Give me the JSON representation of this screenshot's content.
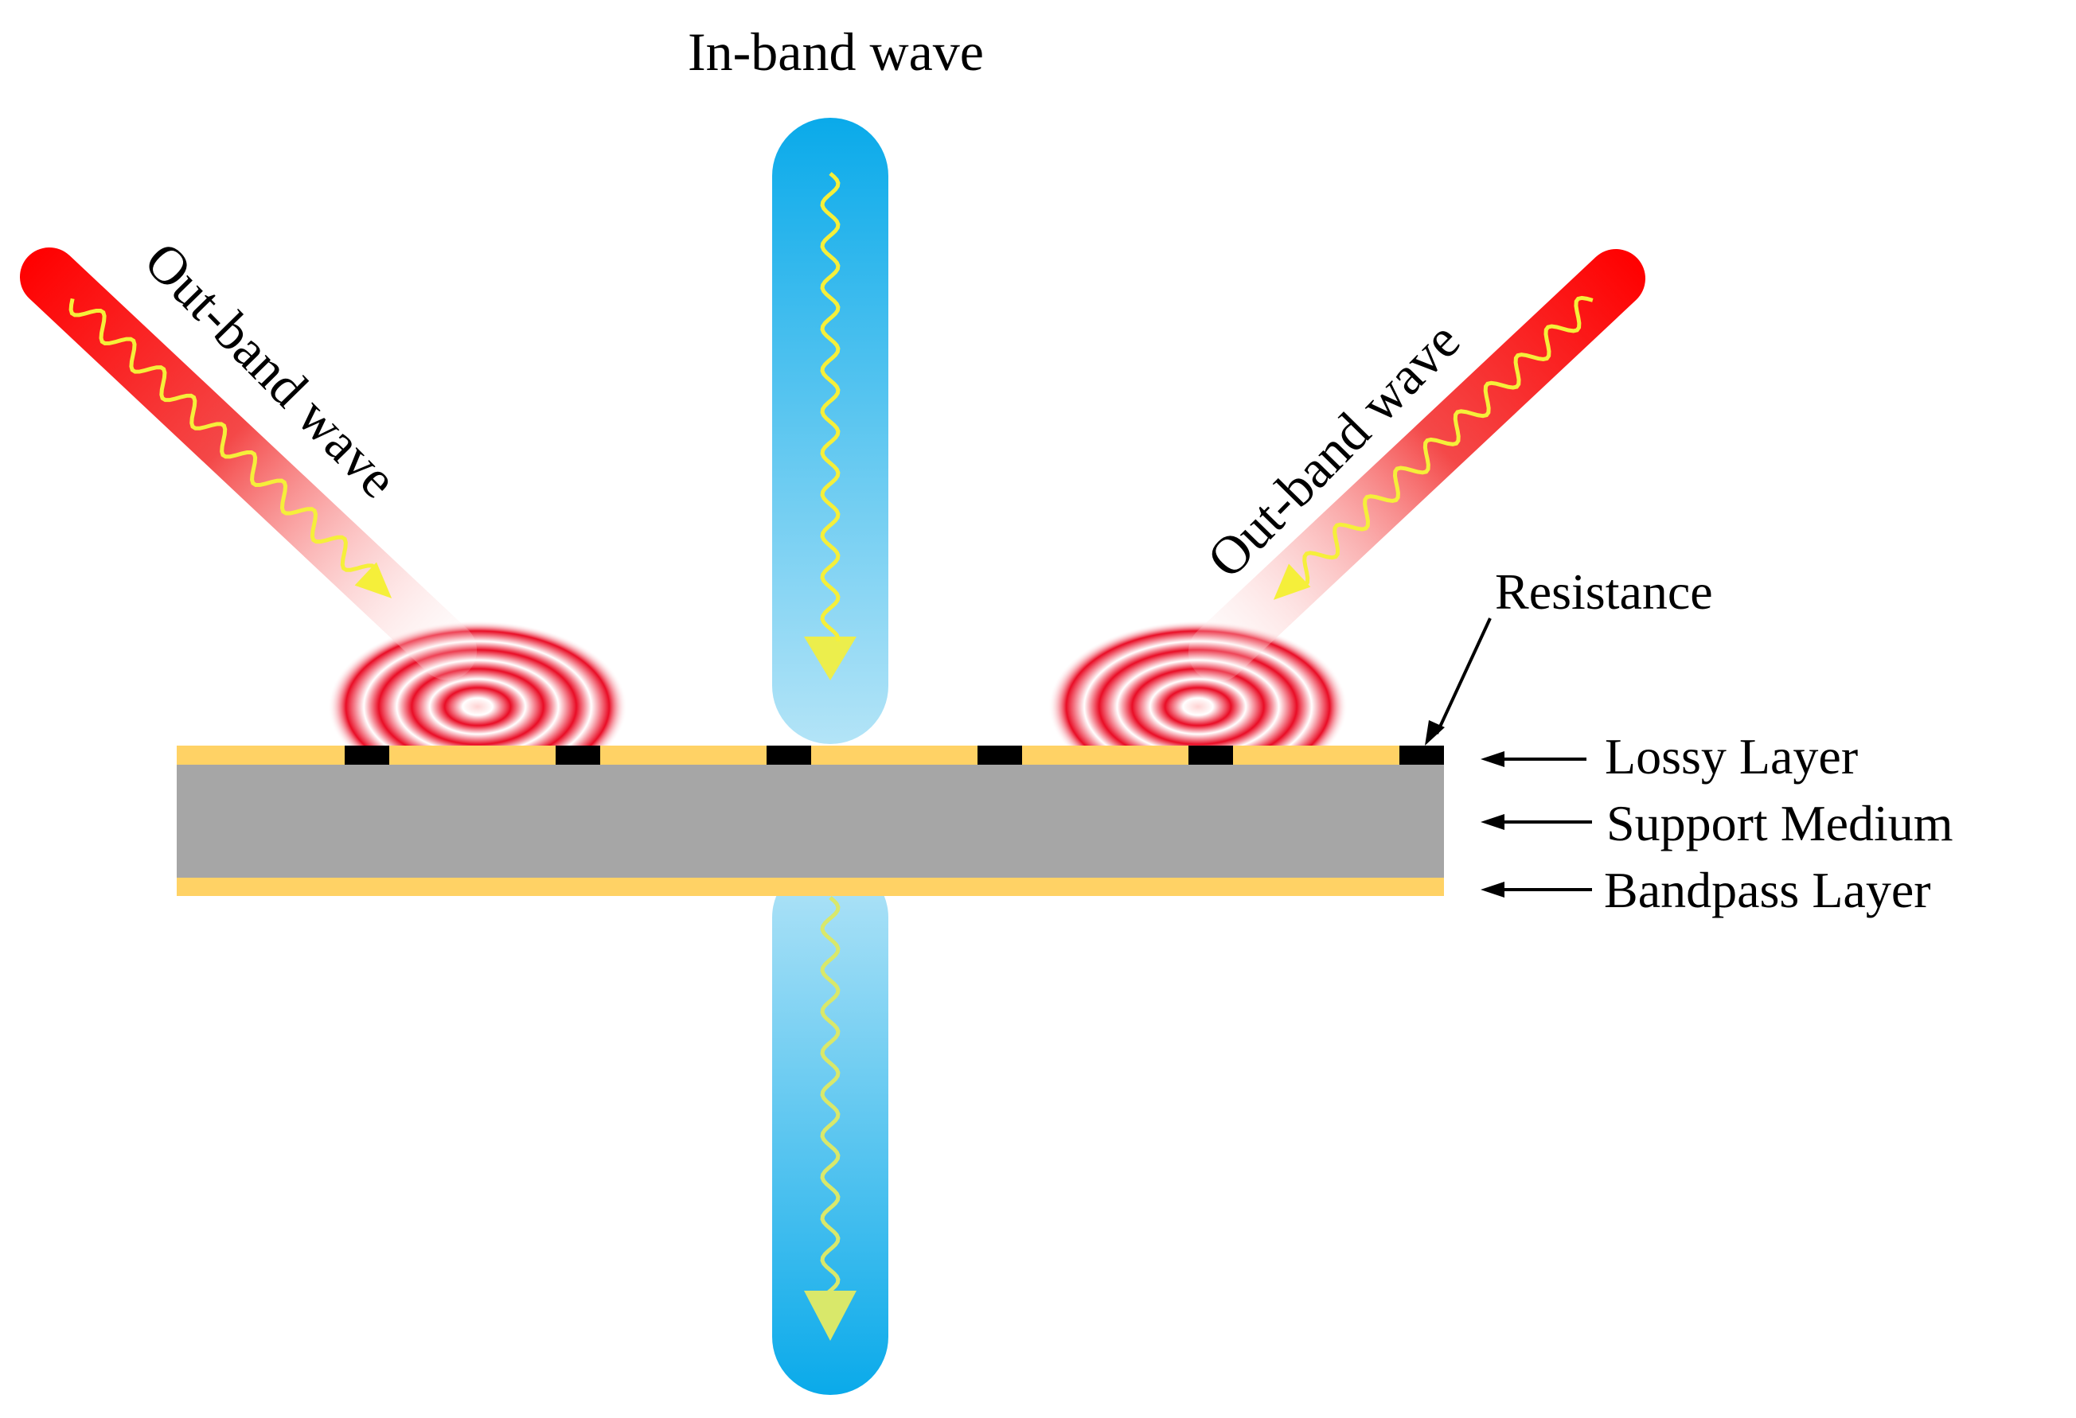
{
  "labels": {
    "in_band": "In-band wave",
    "out_band_left": "Out-band wave",
    "out_band_right": "Out-band wave",
    "resistance": "Resistance",
    "lossy_layer": "Lossy Layer",
    "support_medium": "Support Medium",
    "bandpass_layer": "Bandpass Layer"
  },
  "colors": {
    "in_band_beam": "#0aaaea",
    "out_band_beam": "#ff0000",
    "wave": "#f5ef3a",
    "lossy_layer": "#ffd265",
    "support_medium": "#a6a6a6",
    "bandpass_layer": "#ffd265",
    "resistor": "#000000"
  },
  "resistors": {
    "count": 6
  }
}
